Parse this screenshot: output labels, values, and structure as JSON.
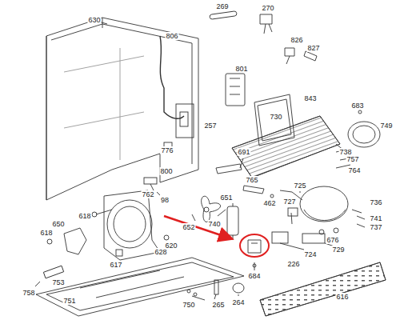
{
  "diagram": {
    "labels": [
      "630",
      "269",
      "270",
      "806",
      "826",
      "827",
      "801",
      "843",
      "683",
      "730",
      "749",
      "776",
      "257",
      "800",
      "98",
      "691",
      "738",
      "757",
      "764",
      "762",
      "651",
      "652",
      "765",
      "462",
      "725",
      "736",
      "618",
      "650",
      "618",
      "740",
      "727",
      "741",
      "737",
      "620",
      "628",
      "676",
      "617",
      "724",
      "729",
      "226",
      "684",
      "753",
      "758",
      "751",
      "750",
      "265",
      "264",
      "616"
    ]
  }
}
